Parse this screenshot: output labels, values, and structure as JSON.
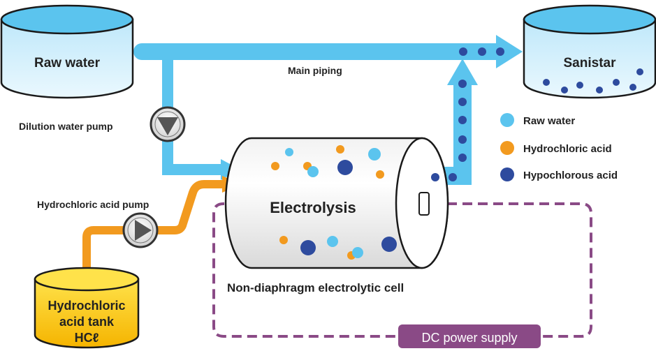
{
  "tanks": {
    "raw_water": "Raw water",
    "sanistar": "Sanistar",
    "hcl_tank_line1": "Hydrochloric",
    "hcl_tank_line2": "acid tank",
    "hcl_tank_line3": "HCℓ"
  },
  "piping": {
    "main": "Main piping"
  },
  "pumps": {
    "dilution": "Dilution water pump",
    "hcl": "Hydrochloric acid pump"
  },
  "cell": {
    "title": "Electrolysis",
    "caption": "Non-diaphragm electrolytic cell"
  },
  "power": {
    "label": "DC power supply"
  },
  "legend": [
    {
      "label": "Raw water",
      "color": "#5bc4ee"
    },
    {
      "label": "Hydrochloric acid",
      "color": "#f29a1f"
    },
    {
      "label": "Hypochlorous acid",
      "color": "#2e4b9e"
    }
  ],
  "colors": {
    "water_pipe": "#5bc4ee",
    "acid_pipe": "#f29a1f",
    "hypochlorous": "#2e4b9e",
    "power_line": "#8a4a86"
  }
}
